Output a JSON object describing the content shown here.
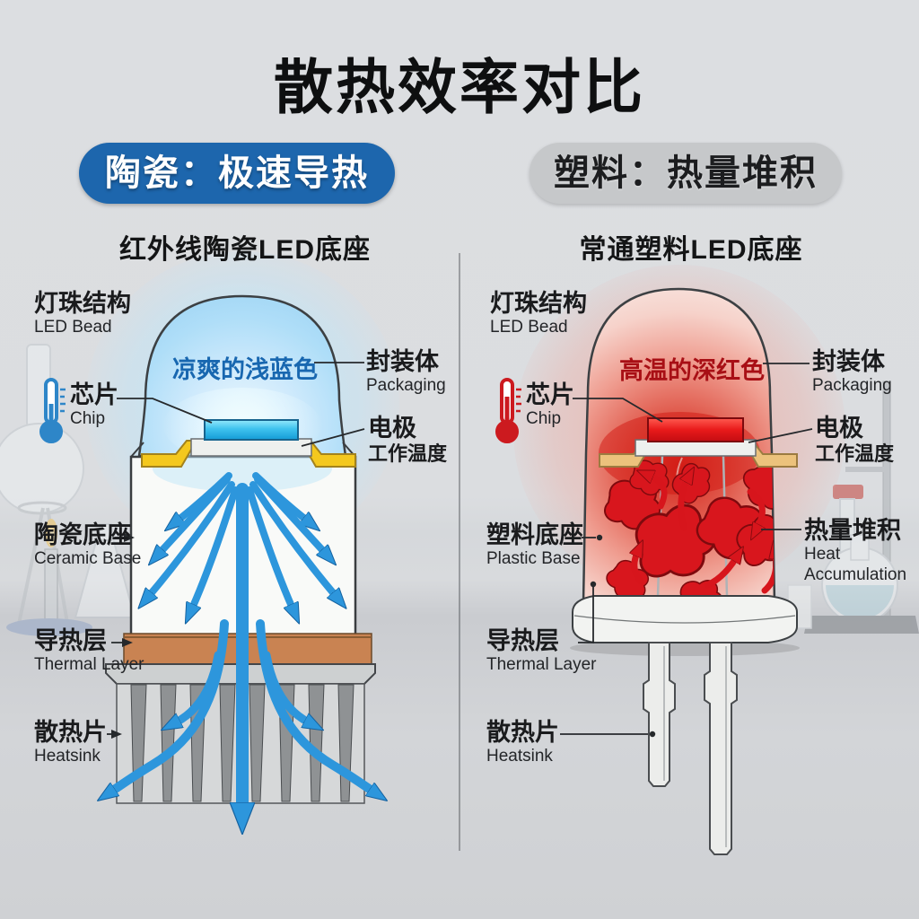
{
  "title": "散热效率对比",
  "panels": {
    "left": {
      "badge": "陶瓷：极速导热",
      "subtitle": "红外线陶瓷LED底座",
      "dome_text": "凉爽的浅蓝色",
      "labels": {
        "bead_zh": "灯珠结构",
        "bead_en": "LED Bead",
        "chip_zh": "芯片",
        "chip_en": "Chip",
        "packaging_zh": "封装体",
        "packaging_en": "Packaging",
        "electrode_zh": "电极",
        "electrode_sub": "工作温度",
        "base_zh": "陶瓷底座",
        "base_en": "Ceramic Base",
        "thermal_zh": "导热层",
        "thermal_en": "Thermal Layer",
        "heatsink_zh": "散热片",
        "heatsink_en": "Heatsink"
      }
    },
    "right": {
      "badge": "塑料：热量堆积",
      "subtitle": "常通塑料LED底座",
      "dome_text": "高温的深红色",
      "labels": {
        "bead_zh": "灯珠结构",
        "bead_en": "LED Bead",
        "chip_zh": "芯片",
        "chip_en": "Chip",
        "packaging_zh": "封装体",
        "packaging_en": "Packaging",
        "electrode_zh": "电极",
        "electrode_sub": "工作温度",
        "base_zh": "塑料底座",
        "base_en": "Plastic Base",
        "thermal_zh": "导热层",
        "thermal_en": "Thermal Layer",
        "heatsink_zh": "散热片",
        "heatsink_en": "Heatsink",
        "heat_zh": "热量堆积",
        "heat_en_line1": "Heat",
        "heat_en_line2": "Accumulation"
      }
    }
  },
  "colors": {
    "accent_blue": "#1d66ad",
    "arrow_blue": "#2d96dc",
    "hot_red": "#d7151c",
    "badge_gray": "#c6c8ca",
    "thermal_orange": "#c98352",
    "dome_blue_text": "#1867b0",
    "dome_red_text": "#a80f15",
    "electrode_yellow": "#f4c81e"
  },
  "icons": {
    "cold_thermometer": "thermometer-cold-icon",
    "hot_thermometer": "thermometer-hot-icon"
  }
}
